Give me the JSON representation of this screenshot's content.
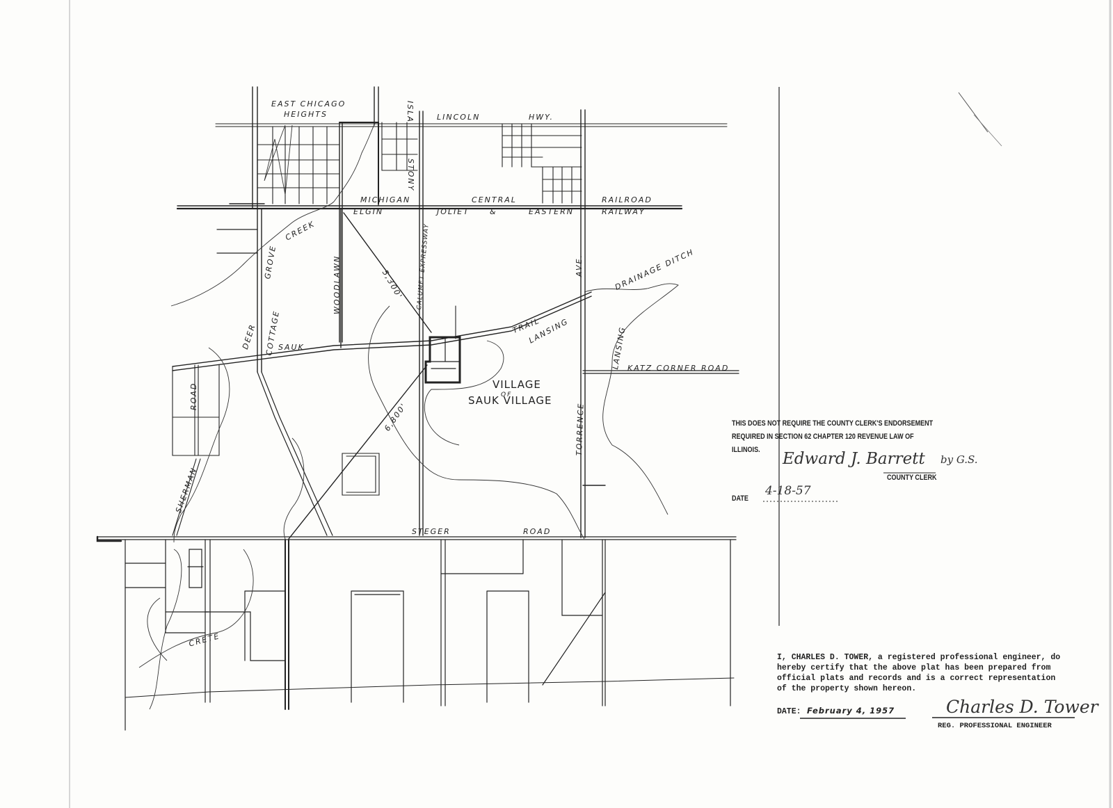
{
  "map": {
    "place_labels": {
      "east_chicago_line1": "East Chicago",
      "east_chicago_line2": "Heights",
      "village_line1": "Village",
      "village_line2": "of",
      "village_line3": "Sauk Village",
      "crete": "Crete"
    },
    "road_labels": {
      "isla": "ISLA",
      "lincoln": "Lincoln",
      "hwy": "HWY.",
      "michigan": "Michigan",
      "central": "Central",
      "railroad": "Railroad",
      "elgin": "Elgin",
      "joliet": "Joliet",
      "amp": "&",
      "eastern": "Eastern",
      "railway": "Railway",
      "creek": "Creek",
      "grove": "Grove",
      "cottage": "Cottage",
      "deer": "Deer",
      "woodlawn": "Woodlawn",
      "dist_5300": "5,300'",
      "calumet_expressway": "Calumet Expressway",
      "stony": "STONY",
      "ave": "AVE.",
      "drainage_ditch": "Drainage Ditch",
      "trail": "Trail",
      "lansing_trail": "Lansing",
      "sauk": "Sauk",
      "lansing_ave": "Lansing",
      "katz_corner_road": "Katz Corner Road",
      "road_vertical": "Road",
      "dist_6800": "6,800'",
      "torrence": "Torrence",
      "sherman": "Sherman",
      "steger": "Steger",
      "road": "Road"
    }
  },
  "clerk_note": {
    "line1": "THIS DOES NOT REQUIRE THE COUNTY CLERK'S ENDORSEMENT",
    "line2": "REQUIRED IN SECTION 62 CHAPTER 120 REVENUE LAW OF",
    "line3": "ILLINOIS.",
    "signature": "Edward J. Barrett",
    "signature_suffix": "by G.S.",
    "title": "COUNTY CLERK",
    "date_label": "DATE",
    "date_value": "4-18-57"
  },
  "certification": {
    "line1": "I, CHARLES D. TOWER, a registered professional engineer, do",
    "line2": "hereby certify that the above plat has been prepared from",
    "line3": "official plats and records and is a correct representation",
    "line4": "of the property shown hereon.",
    "date_label": "DATE:",
    "date_value": "February 4, 1957",
    "signature": "Charles D. Tower",
    "title": "REG. PROFESSIONAL ENGINEER"
  }
}
